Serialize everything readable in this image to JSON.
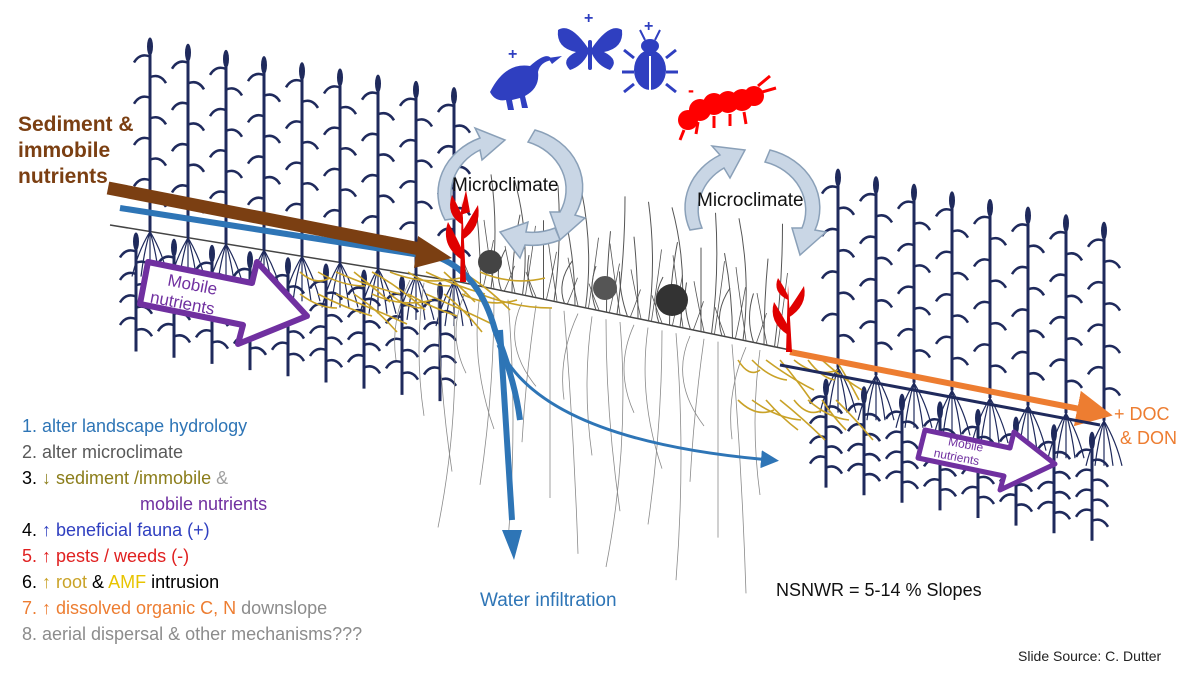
{
  "labels": {
    "sediment": "Sediment &",
    "immobile": "immobile",
    "nutrients": "nutrients",
    "mobile_big_1": "Mobile",
    "mobile_big_2": "nutrients",
    "mobile_small_1": "Mobile",
    "mobile_small_2": "nutrients",
    "microclimate_left": "Microclimate",
    "microclimate_right": "Microclimate",
    "water_infiltration": "Water infiltration",
    "doc_line1": "+ DOC",
    "doc_line2": "& DON",
    "slopes": "NSNWR = 5-14 % Slopes",
    "source": "Slide Source: C. Dutter",
    "plus_bird": "+",
    "plus_butterfly": "+",
    "plus_beetle": "+",
    "minus_caterpillar": "-"
  },
  "legend": [
    {
      "segments": [
        {
          "text": "1. alter landscape hydrology",
          "color": "#2e75b6"
        }
      ]
    },
    {
      "segments": [
        {
          "text": "2. alter microclimate",
          "color": "#595959"
        }
      ]
    },
    {
      "segments": [
        {
          "text": "3. ",
          "color": "#000000"
        },
        {
          "text": "↓ sediment /immobile",
          "color": "#8b7d1a"
        },
        {
          "text": " &",
          "color": "#a0a0a0"
        }
      ]
    },
    {
      "segments": [
        {
          "text": "mobile nutrients",
          "color": "#7030a0"
        }
      ]
    },
    {
      "segments": [
        {
          "text": "4. ",
          "color": "#000000"
        },
        {
          "text": "↑ beneficial fauna (+)",
          "color": "#2f3fc0"
        }
      ]
    },
    {
      "segments": [
        {
          "text": "5. ",
          "color": "#e02020"
        },
        {
          "text": "↑ pests / weeds (-)",
          "color": "#e02020"
        }
      ]
    },
    {
      "segments": [
        {
          "text": "6. ",
          "color": "#000000"
        },
        {
          "text": "↑ root",
          "color": "#c9a227"
        },
        {
          "text": " & ",
          "color": "#000000"
        },
        {
          "text": "AMF",
          "color": "#e8c400"
        },
        {
          "text": " intrusion",
          "color": "#000000"
        }
      ]
    },
    {
      "segments": [
        {
          "text": "7. ↑ dissolved organic C, ",
          "color": "#ed7d31"
        },
        {
          "text": "N",
          "color": "#ed7d31"
        },
        {
          "text": " downslope",
          "color": "#8c8c8c"
        }
      ]
    },
    {
      "segments": [
        {
          "text": "8.  aerial dispersal & other mechanisms???",
          "color": "#8c8c8c"
        }
      ]
    }
  ],
  "colors": {
    "crop": "#1f2a5c",
    "sediment_arrow": "#7b3f12",
    "hydrology": "#2e75b6",
    "mobile_nutrients": "#7030a0",
    "roots": "#c9a227",
    "microclimate_arrow": "#b7c7d9",
    "fauna": "#2f3fc0",
    "pest": "#ff0000",
    "dissolved": "#ed7d31",
    "prairie": "#555555"
  },
  "icons": [
    "bird-icon",
    "butterfly-icon",
    "beetle-icon",
    "caterpillar-icon",
    "weed-icon"
  ]
}
